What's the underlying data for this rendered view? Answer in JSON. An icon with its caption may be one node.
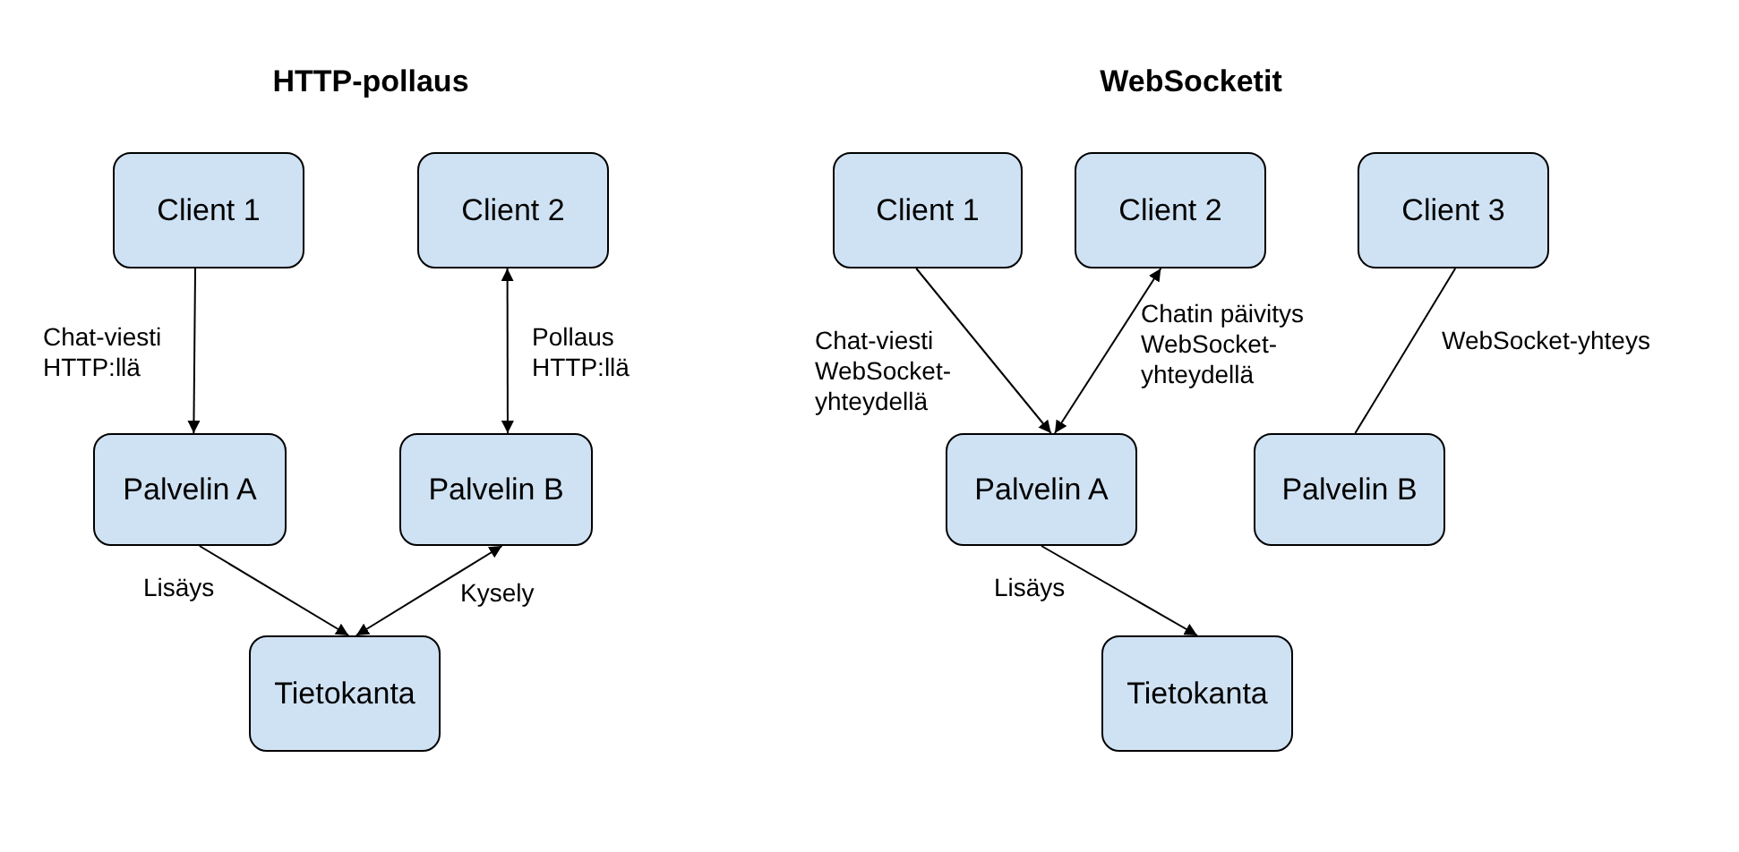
{
  "diagram": {
    "nodes": [
      {
        "text": [
          "Client 1"
        ]
      },
      {
        "text": [
          "Client 2"
        ]
      },
      {
        "text": [
          "Palvelin A"
        ]
      },
      {
        "text": [
          "Palvelin B"
        ]
      },
      {
        "text": [
          "Tietokanta"
        ]
      },
      {
        "text": [
          "Client 1"
        ]
      },
      {
        "text": [
          "Client 2"
        ]
      },
      {
        "text": [
          "Client 3"
        ]
      },
      {
        "text": [
          "Palvelin A"
        ]
      },
      {
        "text": [
          "Palvelin B"
        ]
      },
      {
        "text": [
          "Tietokanta"
        ]
      }
    ],
    "edges": [
      {
        "from": 0,
        "to": 2,
        "arrow": "to",
        "label": "Chat-viesti HTTP:llä"
      },
      {
        "from": 1,
        "to": 3,
        "arrow": "both",
        "label": "Pollaus HTTP:llä"
      },
      {
        "from": 2,
        "to": 4,
        "arrow": "to",
        "label": "Lisäys"
      },
      {
        "from": 3,
        "to": 4,
        "arrow": "both",
        "label": "Kysely"
      },
      {
        "from": 5,
        "to": 8,
        "arrow": "to",
        "label": "Chat-viesti WebSocket-yhteydellä"
      },
      {
        "from": 8,
        "to": 6,
        "arrow": "both",
        "label": "Chatin päivitys WebSocket-yhteydellä"
      },
      {
        "from": 7,
        "to": 9,
        "arrow": "none",
        "label": "WebSocket-yhteys"
      },
      {
        "from": 8,
        "to": 10,
        "arrow": "to",
        "label": "Lisäys"
      }
    ],
    "labels": [
      "HTTP-pollaus",
      "WebSocketit"
    ]
  }
}
